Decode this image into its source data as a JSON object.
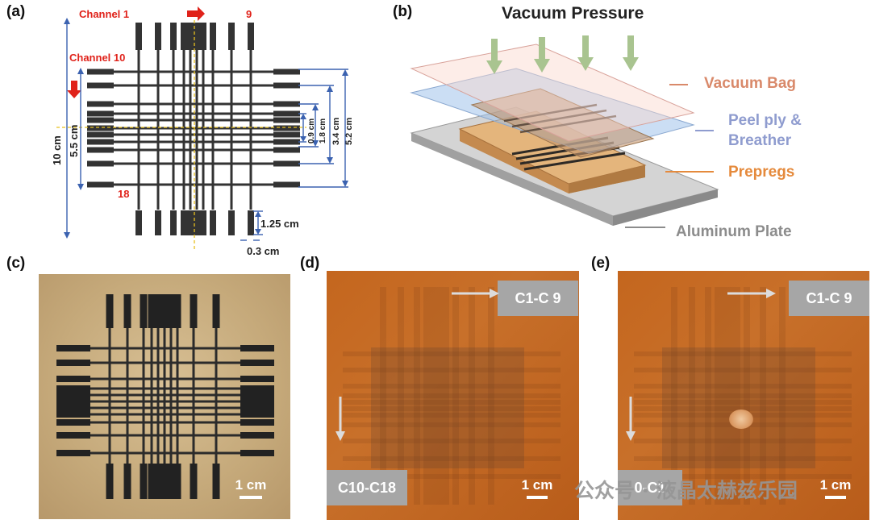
{
  "panels": {
    "a": {
      "label": "(a)",
      "channel_1": "Channel 1",
      "channel_9": "9",
      "channel_10": "Channel 10",
      "channel_18": "18",
      "dims": {
        "width_total": "10 cm",
        "width_inner": "5.5 cm",
        "d_0_9": "0.9 cm",
        "d_1_8": "1.8 cm",
        "d_3_4": "3.4 cm",
        "d_5_2": "5.2 cm",
        "pad_length": "1.25 cm",
        "pad_width": "0.3 cm"
      },
      "colors": {
        "electrode": "#333333",
        "dimension_line": "#3b62b0",
        "guide_line": "#e8c01e",
        "channel_label": "#e0221a"
      }
    },
    "b": {
      "label": "(b)",
      "title": "Vacuum Pressure",
      "layers": [
        {
          "text": "Vacuum Bag",
          "color": "#d9896a"
        },
        {
          "text": "Peel ply &",
          "color": "#8f9ccf"
        },
        {
          "text": "Breather",
          "color": "#8f9ccf"
        },
        {
          "text": "Prepregs",
          "color": "#e58a3c"
        },
        {
          "text": "Aluminum Plate",
          "color": "#8c8c8c"
        }
      ]
    },
    "c": {
      "label": "(c)",
      "scale": "1 cm"
    },
    "d": {
      "label": "(d)",
      "tag_top": "C1-C 9",
      "tag_bottom": "C10-C18",
      "scale": "1 cm"
    },
    "e": {
      "label": "(e)",
      "tag_top": "C1-C 9",
      "tag_bottom": "0-C1",
      "scale": "1 cm"
    }
  },
  "watermark": "公众号 · 液晶太赫兹乐园"
}
